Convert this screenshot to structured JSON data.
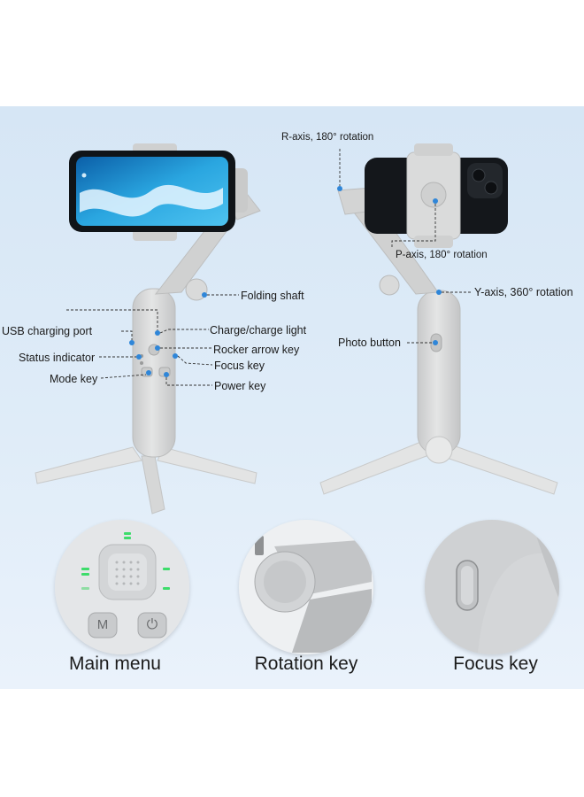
{
  "callouts": {
    "left": {
      "folding_shaft": "Folding shaft",
      "charge_light": "Charge/charge light",
      "usb_port": "USB charging port",
      "rocker_key": "Rocker arrow key",
      "status_indicator": "Status indicator",
      "focus_key": "Focus key",
      "mode_key": "Mode key",
      "power_key": "Power key"
    },
    "right": {
      "r_axis": "R-axis, 180° rotation",
      "p_axis": "P-axis, 180° rotation",
      "y_axis": "Y-axis, 360°   rotation",
      "photo_button": "Photo button"
    }
  },
  "details": {
    "main_menu": "Main menu",
    "rotation_key": "Rotation key",
    "focus_key": "Focus key",
    "mode_key_glyph": "M",
    "power_glyph": "⏻"
  },
  "colors": {
    "background": "#d9e8f6",
    "gimbal_body": "#d4d5d5",
    "callout_dot": "#2f86d8",
    "indicator_led": "#3ddc6b"
  }
}
